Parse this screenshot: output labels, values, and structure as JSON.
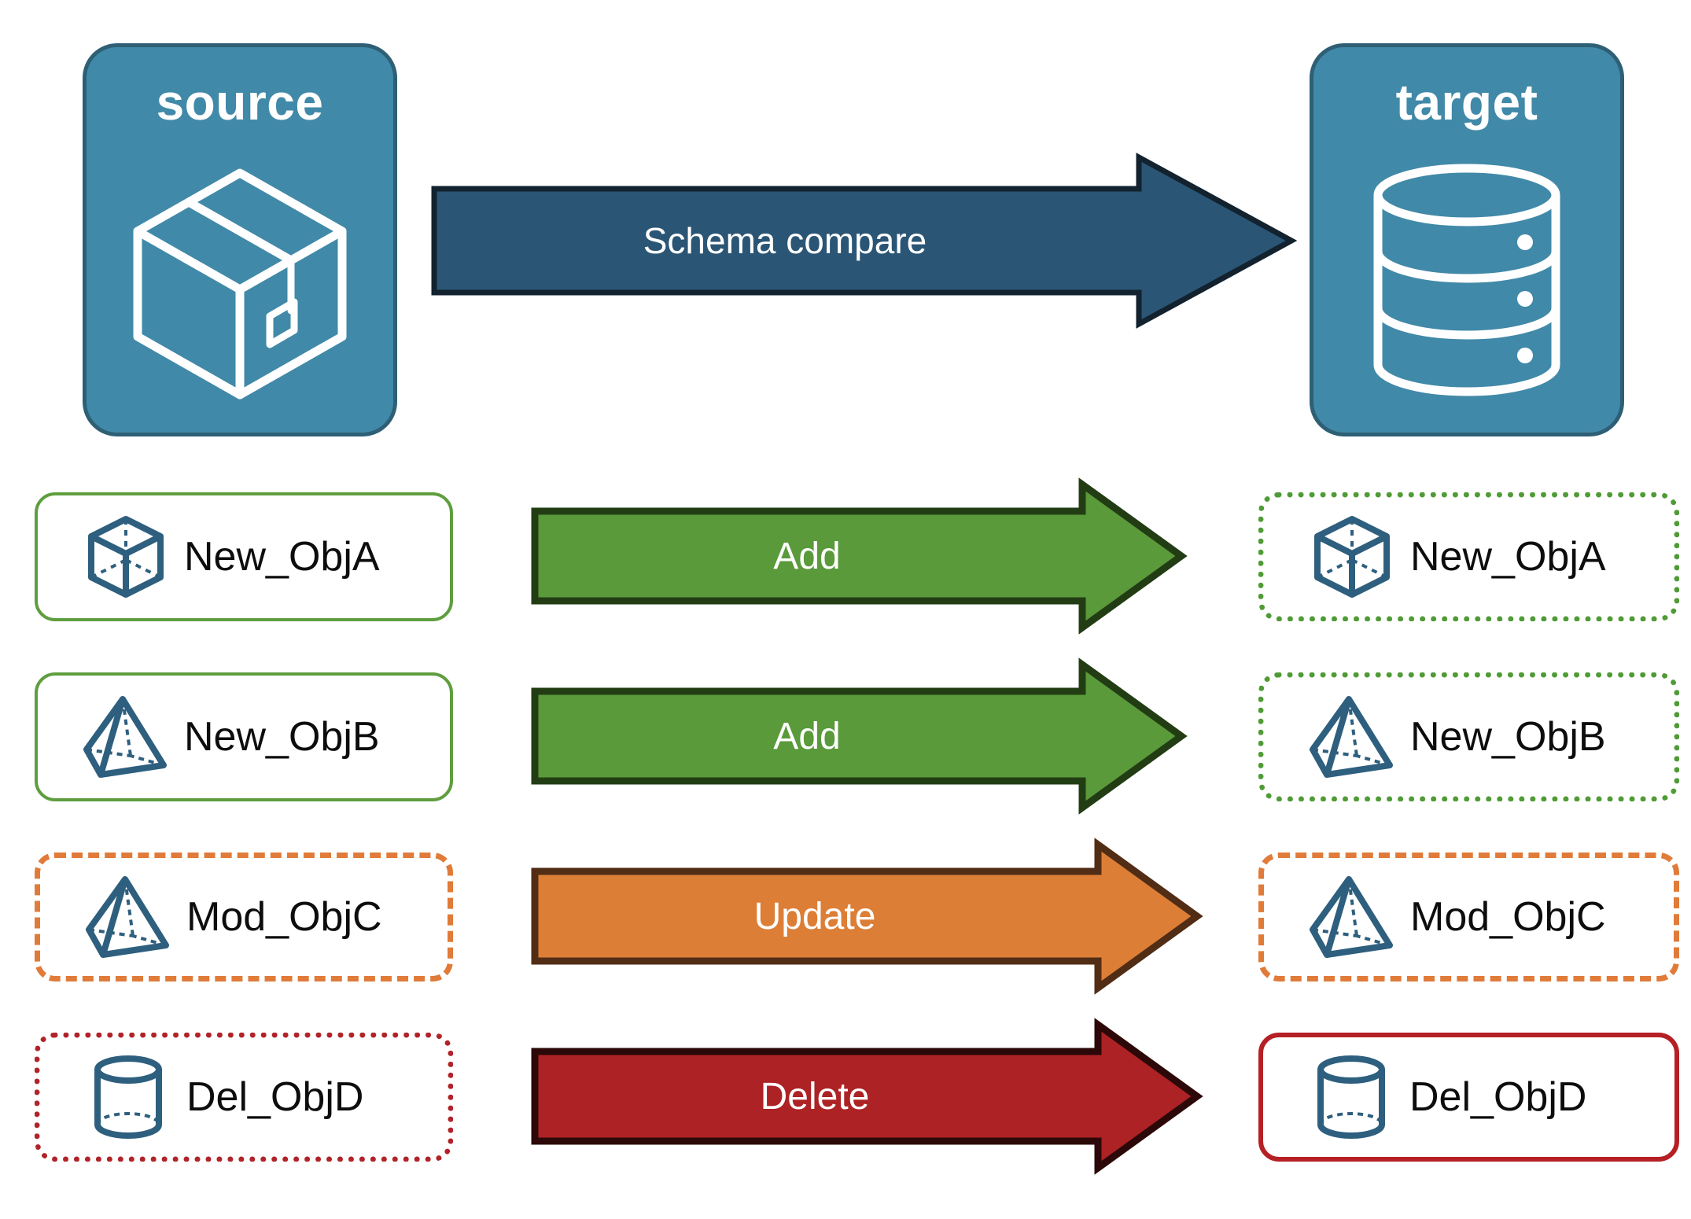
{
  "diagram": {
    "title_source": "source",
    "title_target": "target",
    "compare_arrow_label": "Schema compare"
  },
  "colors": {
    "endpoint_fill": "#4189a8",
    "endpoint_border": "#2e5f75",
    "compare_arrow_fill": "#2b5574",
    "compare_arrow_border": "#12222e",
    "add_fill": "#5a9a3a",
    "add_border": "#223d14",
    "update_fill": "#dd7e36",
    "update_border": "#512d15",
    "delete_fill": "#ad2224",
    "delete_border": "#2c0808",
    "icon_stroke": "#2e5f7e",
    "green_solid": "#5f9e3f",
    "green_dotted": "#4f9b35",
    "orange_dashed": "#e07b39",
    "red_dotted": "#b12329",
    "red_solid": "#b52025"
  },
  "endpoints": {
    "source": {
      "label": "source",
      "icon": "package-box-icon"
    },
    "target": {
      "label": "target",
      "icon": "database-cylinder-icon"
    }
  },
  "rows": [
    {
      "action": "Add",
      "action_color": "add",
      "source": {
        "label": "New_ObjA",
        "icon": "cube-wireframe-icon",
        "border": "solid-green"
      },
      "target": {
        "label": "New_ObjA",
        "icon": "cube-wireframe-icon",
        "border": "dotted-green"
      }
    },
    {
      "action": "Add",
      "action_color": "add",
      "source": {
        "label": "New_ObjB",
        "icon": "pyramid-wireframe-icon",
        "border": "solid-green"
      },
      "target": {
        "label": "New_ObjB",
        "icon": "pyramid-wireframe-icon",
        "border": "dotted-green"
      }
    },
    {
      "action": "Update",
      "action_color": "update",
      "source": {
        "label": "Mod_ObjC",
        "icon": "pyramid-wireframe-icon",
        "border": "dashed-orange"
      },
      "target": {
        "label": "Mod_ObjC",
        "icon": "pyramid-wireframe-icon",
        "border": "dashed-orange"
      }
    },
    {
      "action": "Delete",
      "action_color": "delete",
      "source": {
        "label": "Del_ObjD",
        "icon": "cylinder-wireframe-icon",
        "border": "dotted-red"
      },
      "target": {
        "label": "Del_ObjD",
        "icon": "cylinder-wireframe-icon",
        "border": "solid-red"
      }
    }
  ]
}
